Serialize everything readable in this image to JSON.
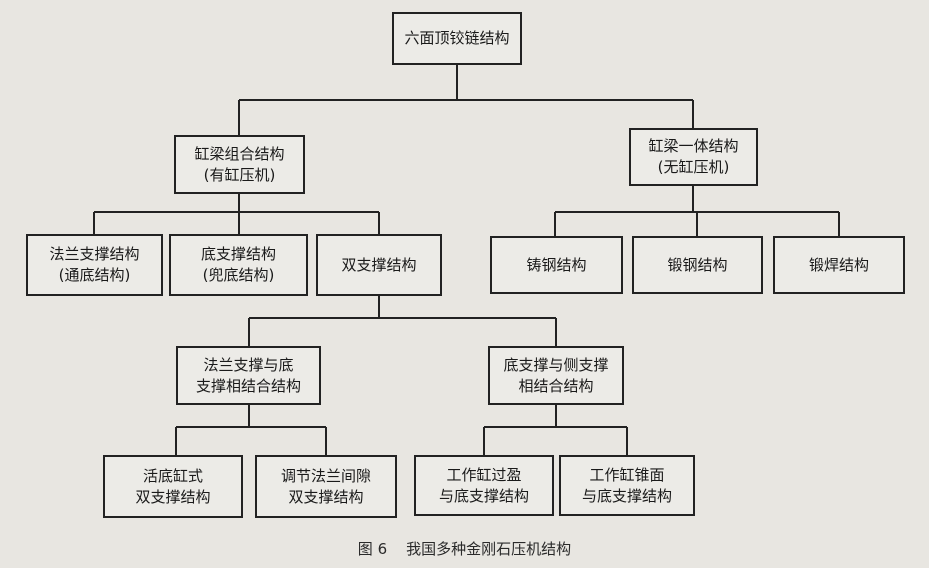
{
  "nodes": {
    "root": "六面顶铰链结构",
    "combined": {
      "line1": "缸梁组合结构",
      "line2": "(有缸压机)"
    },
    "integrated": {
      "line1": "缸梁一体结构",
      "line2": "(无缸压机)"
    },
    "flange": {
      "line1": "法兰支撑结构",
      "line2": "(通底结构)"
    },
    "bottom": {
      "line1": "底支撑结构",
      "line2": "(兜底结构)"
    },
    "double": "双支撑结构",
    "cast": "铸钢结构",
    "forged": "锻钢结构",
    "forgeweld": "锻焊结构",
    "flange_bottom": {
      "line1": "法兰支撑与底",
      "line2": "支撑相结合结构"
    },
    "bottom_side": {
      "line1": "底支撑与侧支撑",
      "line2": "相结合结构"
    },
    "live_bottom": {
      "line1": "活底缸式",
      "line2": "双支撑结构"
    },
    "adjust_gap": {
      "line1": "调节法兰间隙",
      "line2": "双支撑结构"
    },
    "interference": {
      "line1": "工作缸过盈",
      "line2": "与底支撑结构"
    },
    "cone": {
      "line1": "工作缸锥面",
      "line2": "与底支撑结构"
    }
  },
  "caption": "图 6    我国多种金刚石压机结构"
}
